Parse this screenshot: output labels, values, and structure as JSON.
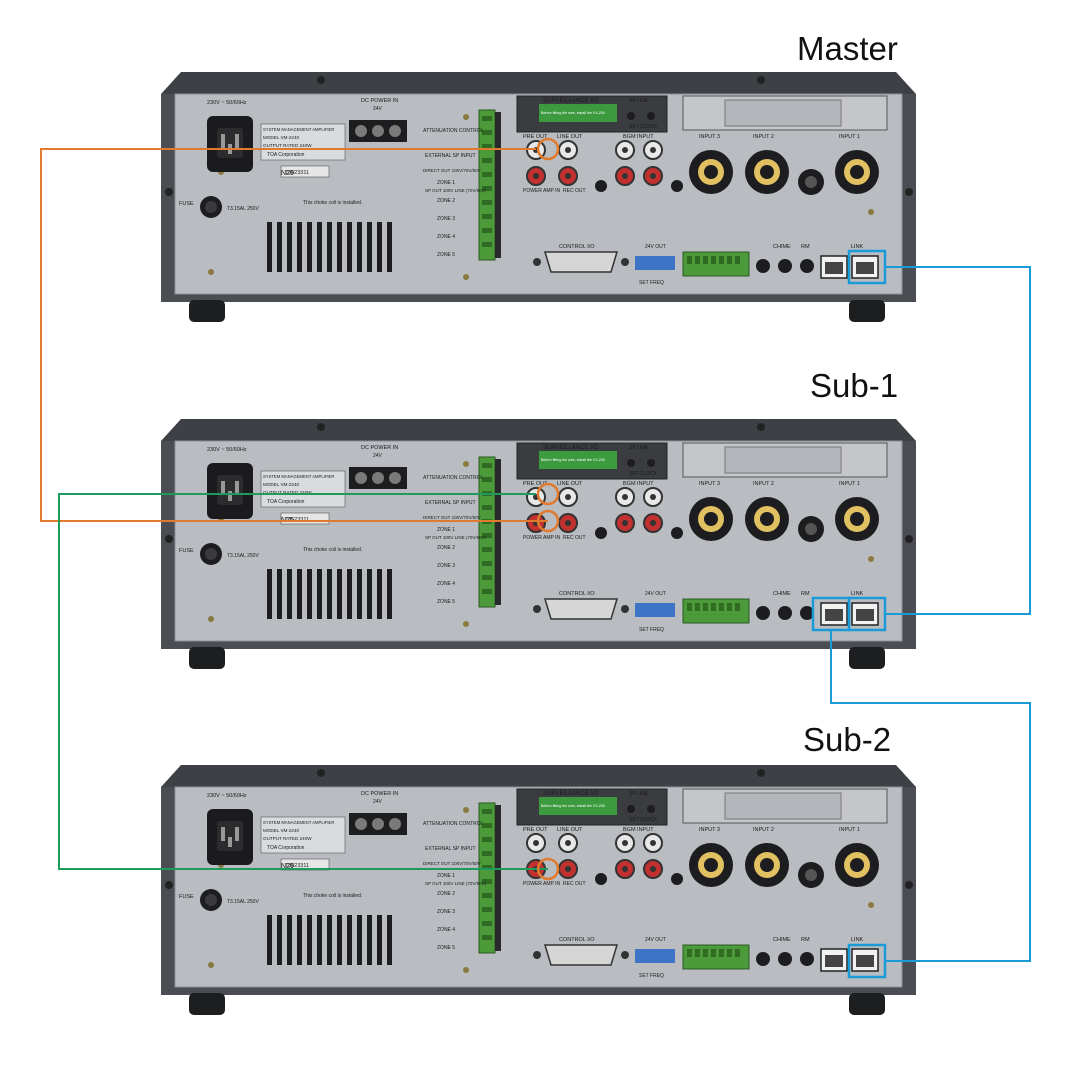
{
  "units": [
    {
      "id": "master",
      "label": "Master",
      "texts": {
        "mains": "230V ~ 50/60Hz",
        "dc_power": "DC POWER IN",
        "dc_volts": "24V",
        "nameplate1": "SYSTEM MANAGEMENT AMPLIFIER",
        "nameplate2": "MODEL VM-2240",
        "nameplate3": "OUTPUT RATED 240W",
        "nameplate4": "TOA Corporation",
        "serial": "73523311",
        "n_mark": "N29",
        "fuse": "FUSE",
        "fuse_rating": "T3.15AL 250V",
        "choke": "This choke coil is installed.",
        "attenuation": "ATTENUATION CONTROL",
        "external": "EXTERNAL SP INPUT",
        "direct_out": "DIRECT OUT 100V/70V/50V",
        "sp_out": "SP OUT 100V LINE (70V/50V)",
        "zone1": "ZONE 1",
        "zone2": "ZONE 2",
        "zone3": "ZONE 3",
        "zone4": "ZONE 4",
        "zone5": "ZONE 5",
        "surveillance": "SURVEILLANCE I/O",
        "green_note": "Before fitting the wire, install the VX-200",
        "sp_line": "SP LINE",
        "set_clock": "SET CLOCK",
        "pre_out": "PRE OUT",
        "line_out": "LINE OUT",
        "bgm_input": "BGM INPUT",
        "power_amp_in": "POWER AMP IN",
        "rec_out": "REC OUT",
        "input3": "INPUT 3",
        "input2": "INPUT 2",
        "input1": "INPUT 1",
        "control_io": "CONTROL I/O",
        "dip": "SET FREQ",
        "v24_out": "24V OUT",
        "chime": "CHIME",
        "rm": "RM",
        "link": "LINK"
      }
    },
    {
      "id": "sub1",
      "label": "Sub-1",
      "texts": {
        "mains": "230V ~ 50/60Hz",
        "dc_power": "DC POWER IN",
        "dc_volts": "24V",
        "nameplate1": "SYSTEM MANAGEMENT AMPLIFIER",
        "nameplate2": "MODEL VM-2240",
        "nameplate3": "OUTPUT RATED 240W",
        "nameplate4": "TOA Corporation",
        "serial": "73523311",
        "n_mark": "N25",
        "fuse": "FUSE",
        "fuse_rating": "T3.15AL 250V",
        "choke": "This choke coil is installed.",
        "attenuation": "ATTENUATION CONTROL",
        "external": "EXTERNAL SP INPUT",
        "direct_out": "DIRECT OUT 100V/70V/50V",
        "sp_out": "SP OUT 100V LINE (70V/50V)",
        "zone1": "ZONE 1",
        "zone2": "ZONE 2",
        "zone3": "ZONE 3",
        "zone4": "ZONE 4",
        "zone5": "ZONE 5",
        "surveillance": "SURVEILLANCE I/O",
        "green_note": "Before fitting the wire, install the VX-200",
        "sp_line": "SP LINE",
        "set_clock": "SET CLOCK",
        "pre_out": "PRE OUT",
        "line_out": "LINE OUT",
        "bgm_input": "BGM INPUT",
        "power_amp_in": "POWER AMP IN",
        "rec_out": "REC OUT",
        "input3": "INPUT 3",
        "input2": "INPUT 2",
        "input1": "INPUT 1",
        "control_io": "CONTROL I/O",
        "dip": "SET FREQ",
        "v24_out": "24V OUT",
        "chime": "CHIME",
        "rm": "RM",
        "link": "LINK"
      }
    },
    {
      "id": "sub2",
      "label": "Sub-2",
      "texts": {
        "mains": "230V ~ 50/60Hz",
        "dc_power": "DC POWER IN",
        "dc_volts": "24V",
        "nameplate1": "SYSTEM MANAGEMENT AMPLIFIER",
        "nameplate2": "MODEL VM-2240",
        "nameplate3": "OUTPUT RATED 240W",
        "nameplate4": "TOA Corporation",
        "serial": "73523311",
        "n_mark": "N29",
        "fuse": "FUSE",
        "fuse_rating": "T3.15AL 250V",
        "choke": "This choke coil is installed.",
        "attenuation": "ATTENUATION CONTROL",
        "external": "EXTERNAL SP INPUT",
        "direct_out": "DIRECT OUT 100V/70V/50V",
        "sp_out": "SP OUT 100V LINE (70V/50V)",
        "zone1": "ZONE 1",
        "zone2": "ZONE 2",
        "zone3": "ZONE 3",
        "zone4": "ZONE 4",
        "zone5": "ZONE 5",
        "surveillance": "SURVEILLANCE I/O",
        "green_note": "Before fitting the wire, install the VX-200",
        "sp_line": "SP LINE",
        "set_clock": "SET CLOCK",
        "pre_out": "PRE OUT",
        "line_out": "LINE OUT",
        "bgm_input": "BGM INPUT",
        "power_amp_in": "POWER AMP IN",
        "rec_out": "REC OUT",
        "input3": "INPUT 3",
        "input2": "INPUT 2",
        "input1": "INPUT 1",
        "control_io": "CONTROL I/O",
        "dip": "SET FREQ",
        "v24_out": "24V OUT",
        "chime": "CHIME",
        "rm": "RM",
        "link": "LINK"
      }
    }
  ],
  "colors": {
    "background": "#ffffff",
    "panel": "#b9bcc1",
    "chassis": "#4a4d52",
    "orange_cable": "#e07a2e",
    "green_cable": "#1e9a5a",
    "blue_cable": "#1a9bd7",
    "terminal_green": "#4c9a3a"
  }
}
